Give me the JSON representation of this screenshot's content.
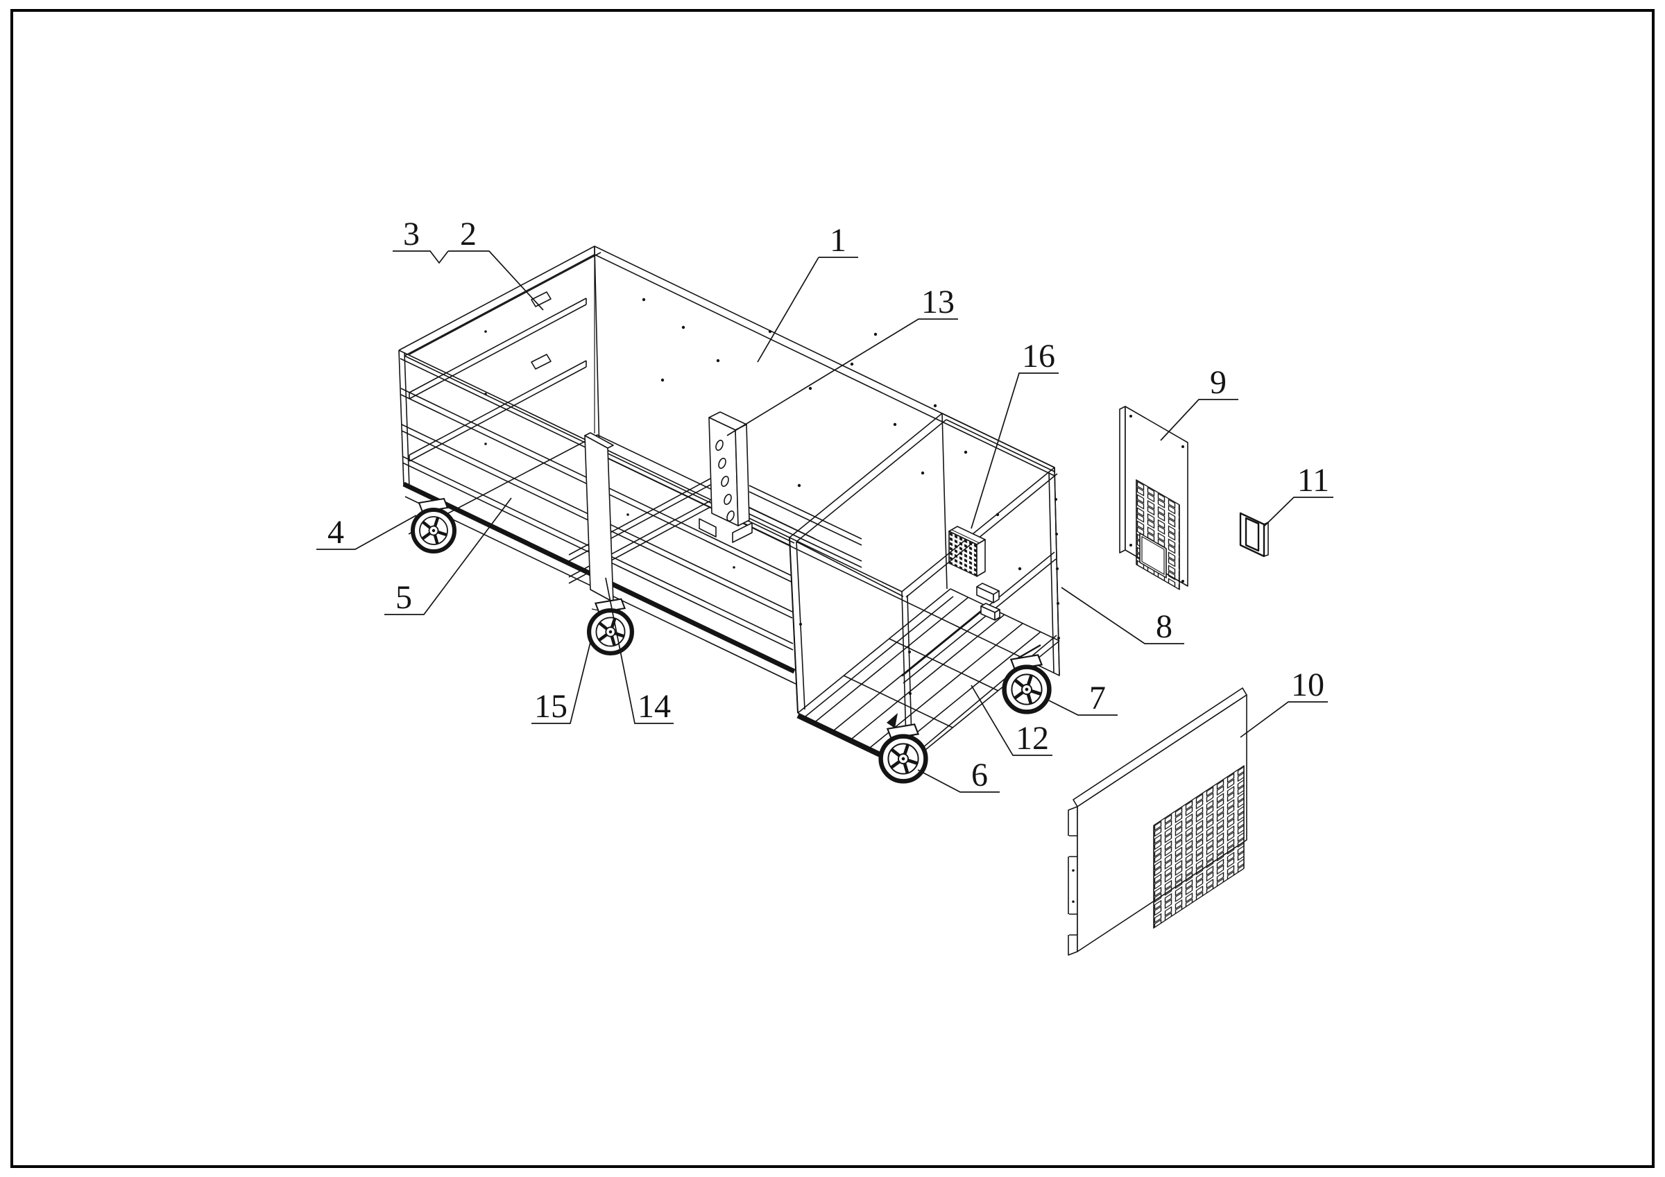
{
  "figure": {
    "background": "#ffffff",
    "ink": "#141414",
    "border_color": "#000000"
  },
  "parts": [
    {
      "label": "1"
    },
    {
      "label": "2"
    },
    {
      "label": "3"
    },
    {
      "label": "4"
    },
    {
      "label": "5"
    },
    {
      "label": "6"
    },
    {
      "label": "7"
    },
    {
      "label": "8"
    },
    {
      "label": "9"
    },
    {
      "label": "10"
    },
    {
      "label": "11"
    },
    {
      "label": "12"
    },
    {
      "label": "13"
    },
    {
      "label": "14"
    },
    {
      "label": "15"
    },
    {
      "label": "16"
    }
  ]
}
